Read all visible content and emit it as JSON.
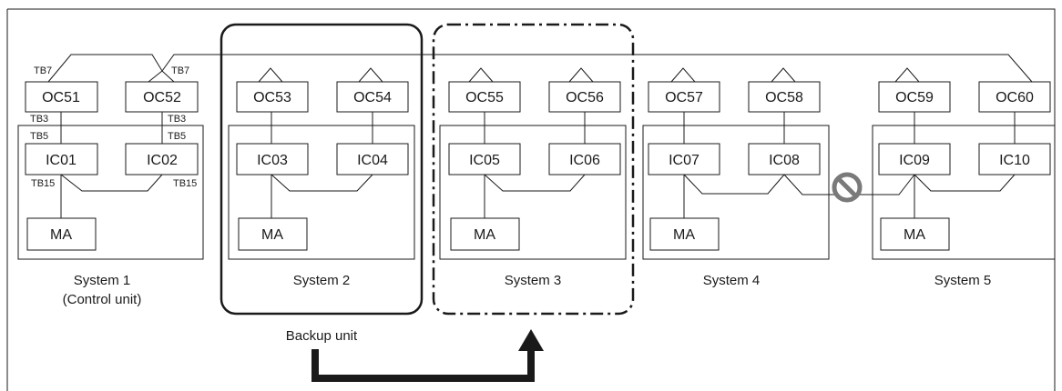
{
  "systems": [
    {
      "name": "System 1",
      "subtitle": "(Control unit)",
      "oc": [
        "OC51",
        "OC52"
      ],
      "ic": [
        "IC01",
        "IC02"
      ],
      "ma": "MA"
    },
    {
      "name": "System 2",
      "subtitle": "",
      "oc": [
        "OC53",
        "OC54"
      ],
      "ic": [
        "IC03",
        "IC04"
      ],
      "ma": "MA"
    },
    {
      "name": "System 3",
      "subtitle": "",
      "oc": [
        "OC55",
        "OC56"
      ],
      "ic": [
        "IC05",
        "IC06"
      ],
      "ma": "MA"
    },
    {
      "name": "System 4",
      "subtitle": "",
      "oc": [
        "OC57",
        "OC58"
      ],
      "ic": [
        "IC07",
        "IC08"
      ],
      "ma": "MA"
    },
    {
      "name": "System 5",
      "subtitle": "",
      "oc": [
        "OC59",
        "OC60"
      ],
      "ic": [
        "IC09",
        "IC10"
      ],
      "ma": "MA"
    }
  ],
  "terminals": {
    "tb7": "TB7",
    "tb3": "TB3",
    "tb5": "TB5",
    "tb15": "TB15"
  },
  "backup_label": "Backup unit",
  "icons": {
    "prohibited": "no-entry-icon"
  },
  "colors": {
    "line": "#1a1a1a",
    "prohibited": "#7a7a7a"
  }
}
